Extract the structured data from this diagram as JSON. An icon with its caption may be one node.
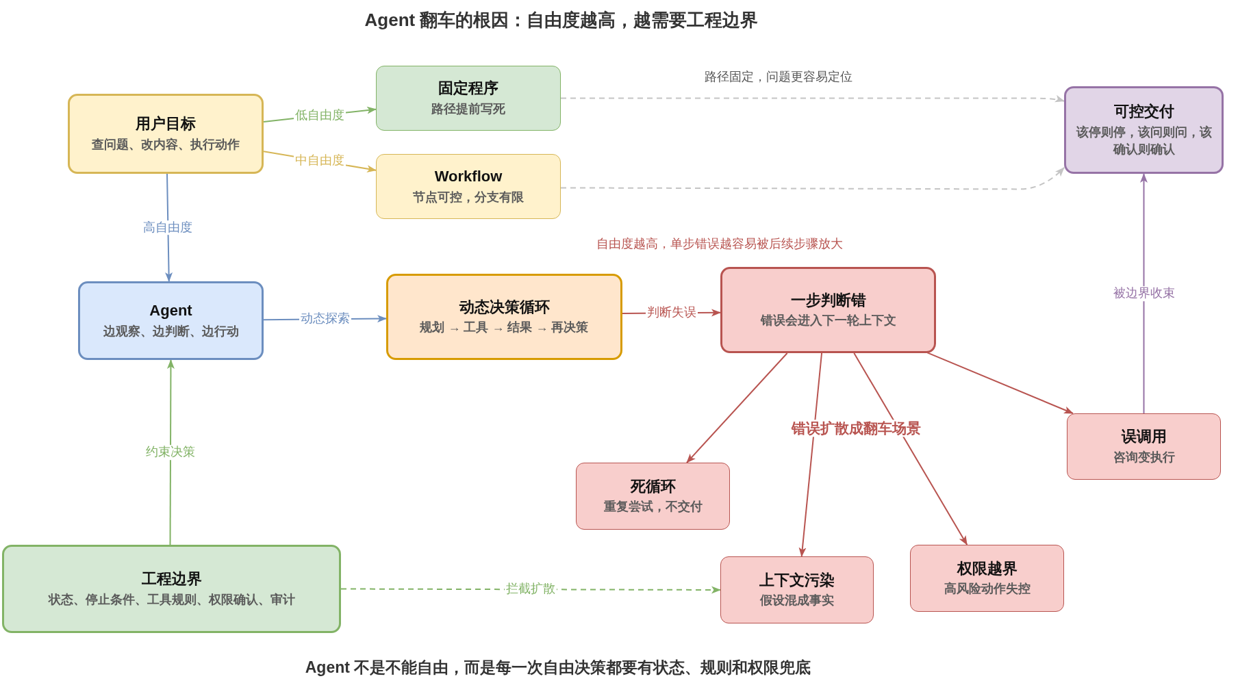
{
  "diagram": {
    "title": "Agent 翻车的根因：自由度越高，越需要工程边界",
    "caption": "Agent 不是不能自由，而是每一次自由决策都要有状态、规则和权限兜底",
    "nodes": [
      {
        "text": [
          "用户目标",
          "查问题、改内容、执行动作"
        ]
      },
      {
        "text": [
          "固定程序",
          "路径提前写死"
        ]
      },
      {
        "text": [
          "Workflow",
          "节点可控，分支有限"
        ]
      },
      {
        "text": [
          "可控交付",
          "该停则停，该问则问，该确认则确认"
        ]
      },
      {
        "text": [
          "Agent",
          "边观察、边判断、边行动"
        ]
      },
      {
        "text": [
          "动态决策循环",
          "规划 → 工具 → 结果 → 再决策"
        ]
      },
      {
        "text": [
          "一步判断错",
          "错误会进入下一轮上下文"
        ]
      },
      {
        "text": [
          "误调用",
          "咨询变执行"
        ]
      },
      {
        "text": [
          "死循环",
          "重复尝试，不交付"
        ]
      },
      {
        "text": [
          "上下文污染",
          "假设混成事实"
        ]
      },
      {
        "text": [
          "权限越界",
          "高风险动作失控"
        ]
      },
      {
        "text": [
          "工程边界",
          "状态、停止条件、工具规则、权限确认、审计"
        ]
      }
    ],
    "edges": [
      {
        "from": 0,
        "to": 1,
        "arrow": "to",
        "label": "低自由度",
        "color": "#82b366"
      },
      {
        "from": 0,
        "to": 2,
        "arrow": "to",
        "label": "中自由度",
        "color": "#d6b656"
      },
      {
        "from": 0,
        "to": 4,
        "arrow": "to",
        "label": "高自由度",
        "color": "#6c8ebf"
      },
      {
        "from": 1,
        "to": 3,
        "arrow": "to",
        "style": "dashed",
        "color": "#c4c4c4"
      },
      {
        "from": 2,
        "to": 3,
        "arrow": "to",
        "style": "dashed",
        "color": "#c4c4c4"
      },
      {
        "from": 4,
        "to": 5,
        "arrow": "to",
        "label": "动态探索",
        "color": "#6c8ebf"
      },
      {
        "from": 5,
        "to": 6,
        "arrow": "to",
        "label": "判断失误"
      },
      {
        "from": 6,
        "to": 8,
        "arrow": "to"
      },
      {
        "from": 6,
        "to": 9,
        "arrow": "to"
      },
      {
        "from": 6,
        "to": 10,
        "arrow": "to"
      },
      {
        "from": 6,
        "to": 7,
        "arrow": "to"
      },
      {
        "from": 7,
        "to": 3,
        "arrow": "to",
        "label": "被边界收束",
        "color": "#9673a6"
      },
      {
        "from": 11,
        "to": 4,
        "arrow": "to",
        "label": "约束决策",
        "color": "#82b366"
      },
      {
        "from": 11,
        "to": 9,
        "arrow": "to",
        "label": "拦截扩散",
        "style": "dashed",
        "color": "#82b366"
      }
    ],
    "labels": [
      "路径固定，问题更容易定位",
      "自由度越高，单步错误越容易被后续步骤放大",
      "错误扩散成翻车场景"
    ]
  }
}
